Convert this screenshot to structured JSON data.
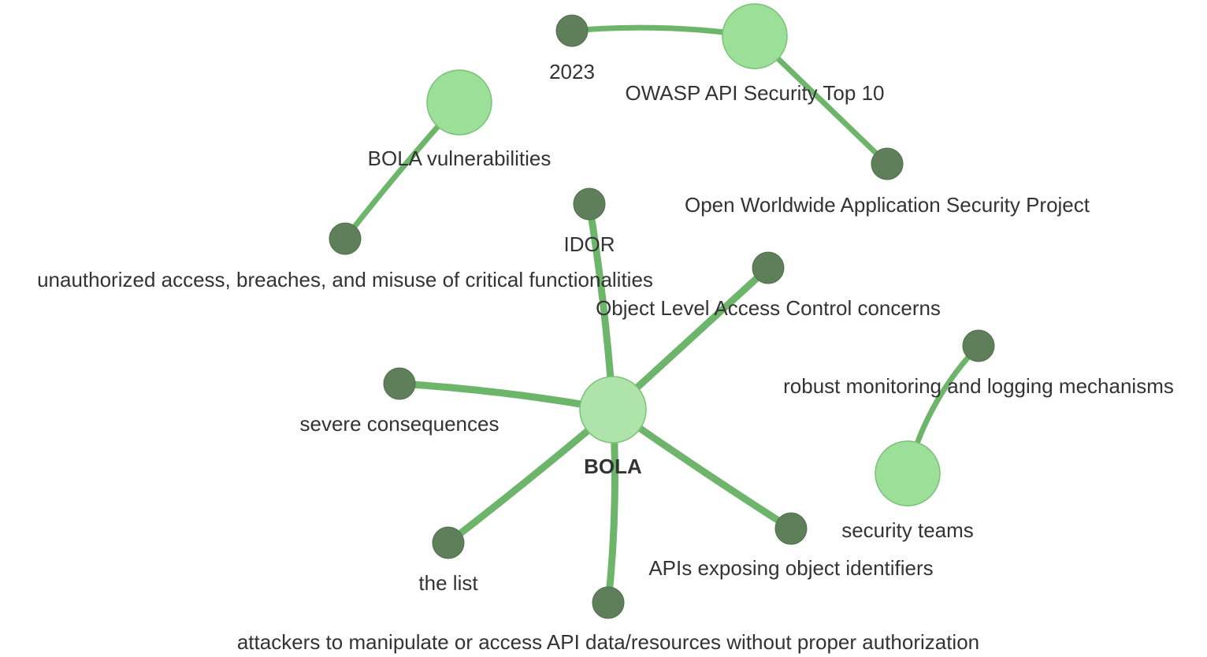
{
  "colors": {
    "edge": "#6db56a",
    "hub_fill": "#9cdf99",
    "hub_stroke": "#79c276",
    "center_fill": "#aee4aa",
    "leaf_fill": "#5e7f59",
    "leaf_stroke": "#526f4d",
    "label": "#333333"
  },
  "nodes": [
    {
      "id": "bola",
      "label": "BOLA",
      "kind": "center"
    },
    {
      "id": "idor",
      "label": "IDOR",
      "kind": "leaf"
    },
    {
      "id": "olac",
      "label": "Object Level Access Control concerns",
      "kind": "leaf"
    },
    {
      "id": "severe",
      "label": "severe consequences",
      "kind": "leaf"
    },
    {
      "id": "list",
      "label": "the list",
      "kind": "leaf"
    },
    {
      "id": "attackers",
      "label": "attackers to manipulate or access API data/resources without proper authorization",
      "kind": "leaf"
    },
    {
      "id": "apis",
      "label": "APIs exposing object identifiers",
      "kind": "leaf"
    },
    {
      "id": "owasp",
      "label": "OWASP API Security Top 10",
      "kind": "hub"
    },
    {
      "id": "y2023",
      "label": "2023",
      "kind": "leaf"
    },
    {
      "id": "owwasp",
      "label": "Open Worldwide Application Security Project",
      "kind": "leaf"
    },
    {
      "id": "bolav",
      "label": "BOLA vulnerabilities",
      "kind": "hub"
    },
    {
      "id": "unauth",
      "label": "unauthorized access, breaches, and misuse of critical functionalities",
      "kind": "leaf"
    },
    {
      "id": "secteams",
      "label": "security teams",
      "kind": "hub"
    },
    {
      "id": "robust",
      "label": "robust monitoring and logging mechanisms",
      "kind": "leaf"
    }
  ],
  "edges": [
    {
      "from": "bola",
      "to": "idor"
    },
    {
      "from": "bola",
      "to": "olac"
    },
    {
      "from": "bola",
      "to": "severe"
    },
    {
      "from": "bola",
      "to": "list"
    },
    {
      "from": "bola",
      "to": "attackers"
    },
    {
      "from": "bola",
      "to": "apis"
    },
    {
      "from": "owasp",
      "to": "y2023"
    },
    {
      "from": "owasp",
      "to": "owwasp"
    },
    {
      "from": "bolav",
      "to": "unauth"
    },
    {
      "from": "secteams",
      "to": "robust"
    }
  ]
}
